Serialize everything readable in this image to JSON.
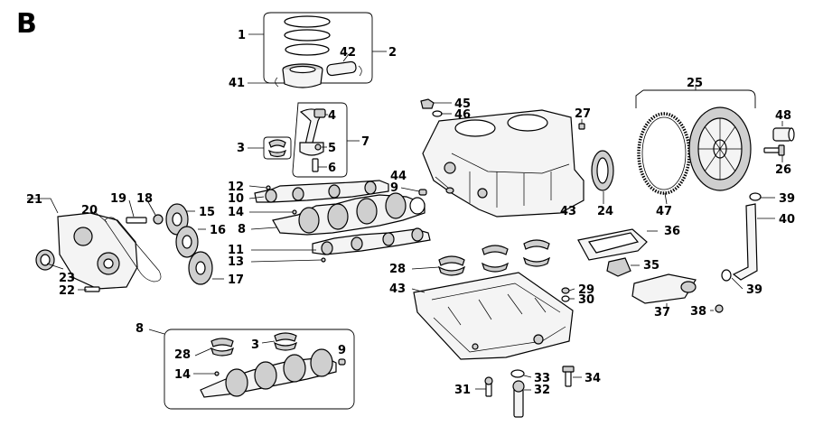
{
  "section_letter": "B",
  "callouts": {
    "c1": "1",
    "c2": "2",
    "c3": "3",
    "c3b": "3",
    "c4": "4",
    "c5": "5",
    "c6": "6",
    "c7": "7",
    "c8": "8",
    "c8b": "8",
    "c9": "9",
    "c9b": "9",
    "c10": "10",
    "c11": "11",
    "c12": "12",
    "c13": "13",
    "c14": "14",
    "c14b": "14",
    "c15": "15",
    "c16": "16",
    "c17": "17",
    "c18": "18",
    "c19": "19",
    "c20": "20",
    "c21": "21",
    "c22": "22",
    "c23": "23",
    "c24": "24",
    "c25": "25",
    "c26": "26",
    "c27": "27",
    "c28": "28",
    "c28b": "28",
    "c29": "29",
    "c30": "30",
    "c31": "31",
    "c32": "32",
    "c33": "33",
    "c34": "34",
    "c35": "35",
    "c36": "36",
    "c37": "37",
    "c38": "38",
    "c39": "39",
    "c39b": "39",
    "c40": "40",
    "c41": "41",
    "c42": "42",
    "c43": "43",
    "c43b": "43",
    "c44": "44",
    "c45": "45",
    "c46": "46",
    "c47": "47",
    "c48": "48"
  }
}
